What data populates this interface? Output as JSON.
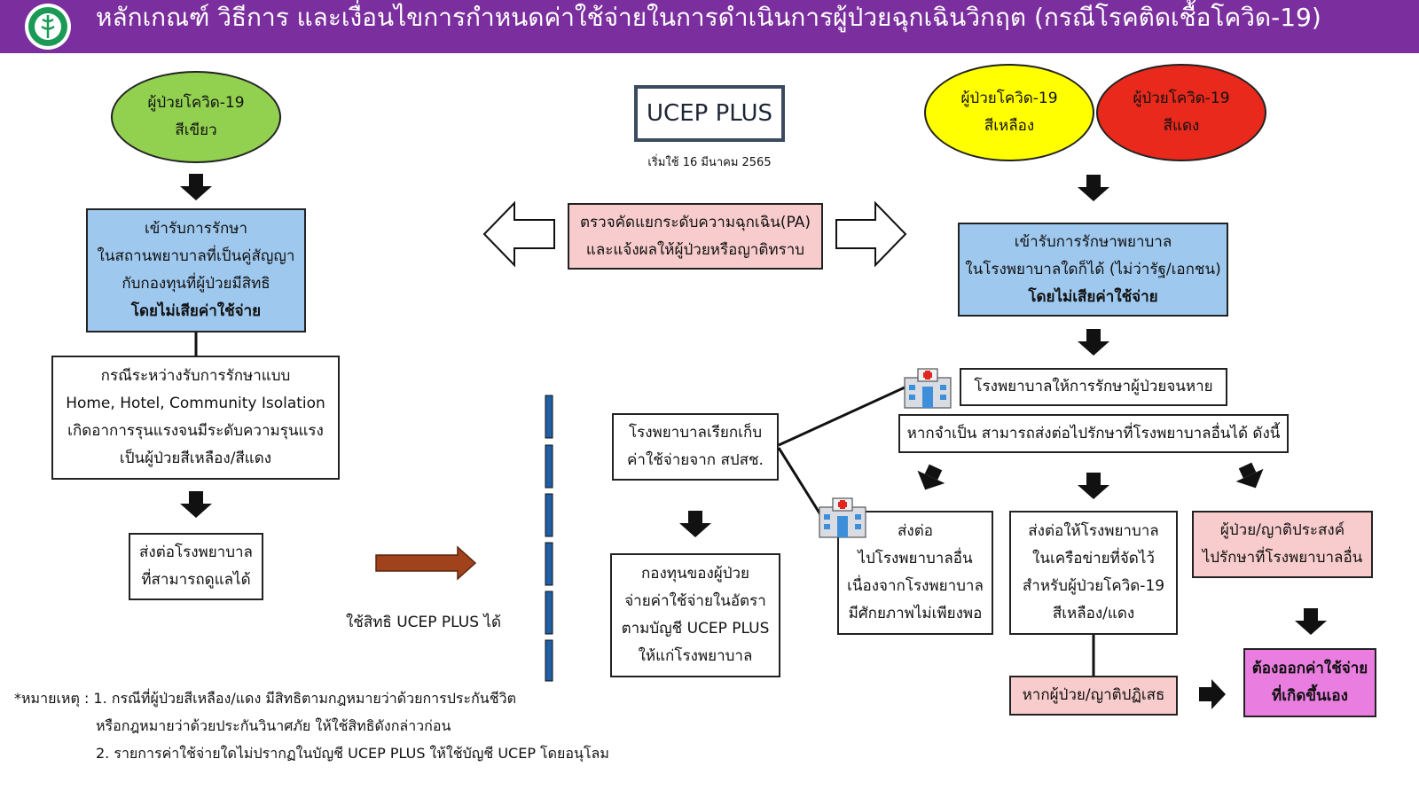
{
  "header": {
    "title": "หลักเกณฑ์ วิธีการ และเงื่อนไขการกำหนดค่าใช้จ่ายในการดำเนินการผู้ป่วยฉุกเฉินวิกฤต (กรณีโรคติดเชื้อโควิด-19)",
    "logo_icon": "ministry-of-public-health-logo",
    "background_color": "#7b2f9e"
  },
  "center": {
    "ucep_title": "UCEP PLUS",
    "start_date": "เริ่มใช้ 16 มีนาคม 2565",
    "triage": [
      "ตรวจคัดแยกระดับความฉุกเฉิน(PA)",
      "และแจ้งผลให้ผู้ป่วยหรือญาติทราบ"
    ],
    "hospital_bill": [
      "โรงพยาบาลเรียกเก็บ",
      "ค่าใช้จ่ายจาก สปสช."
    ],
    "fund_pays": [
      "กองทุนของผู้ป่วย",
      "จ่ายค่าใช้จ่ายในอัตรา",
      "ตามบัญชี UCEP PLUS",
      "ให้แก่โรงพยาบาล"
    ],
    "use_right_label": "ใช้สิทธิ UCEP PLUS ได้"
  },
  "left": {
    "green_patient": [
      "ผู้ป่วยโควิด-19",
      "สีเขียว"
    ],
    "treat_contract": [
      "เข้ารับการรักษา",
      "ในสถานพยาบาลที่เป็นคู่สัญญา",
      "กับกองทุนที่ผู้ป่วยมีสิทธิ"
    ],
    "treat_contract_bold": "โดยไม่เสียค่าใช้จ่าย",
    "isolation_case": [
      "กรณีระหว่างรับการรักษาแบบ",
      "Home, Hotel, Community Isolation",
      "เกิดอาการรุนแรงจนมีระดับความรุนแรง",
      "เป็นผู้ป่วยสีเหลือง/สีแดง"
    ],
    "refer_hospital": [
      "ส่งต่อโรงพยาบาล",
      "ที่สามารถดูแลได้"
    ]
  },
  "right": {
    "yellow_patient": [
      "ผู้ป่วยโควิด-19",
      "สีเหลือง"
    ],
    "red_patient": [
      "ผู้ป่วยโควิด-19",
      "สีแดง"
    ],
    "treat_any": [
      "เข้ารับการรักษาพยาบาล",
      "ในโรงพยาบาลใดก็ได้ (ไม่ว่ารัฐ/เอกชน)"
    ],
    "treat_any_bold": "โดยไม่เสียค่าใช้จ่าย",
    "treat_until_cured": "โรงพยาบาลให้การรักษาผู้ป่วยจนหาย",
    "refer_if_needed": "หากจำเป็น สามารถส่งต่อไปรักษาที่โรงพยาบาลอื่นได้ ดังนี้",
    "refer_other": [
      "ส่งต่อ",
      "ไปโรงพยาบาลอื่น",
      "เนื่องจากโรงพยาบาล",
      "มีศักยภาพไม่เพียงพอ"
    ],
    "refer_network": [
      "ส่งต่อให้โรงพยาบาล",
      "ในเครือข่ายที่จัดไว้",
      "สำหรับผู้ป่วยโควิด-19",
      "สีเหลือง/แดง"
    ],
    "patient_wish": [
      "ผู้ป่วย/ญาติประสงค์",
      "ไปรักษาที่โรงพยาบาลอื่น"
    ],
    "refuse": "หากผู้ป่วย/ญาติปฏิเสธ",
    "self_pay": [
      "ต้องออกค่าใช้จ่าย",
      "ที่เกิดขึ้นเอง"
    ]
  },
  "footnote": {
    "line1": "*หมายเหตุ : 1. กรณีที่ผู้ป่วยสีเหลือง/แดง มีสิทธิตามกฎหมายว่าด้วยการประกันชีวิต",
    "line2": "หรือกฎหมายว่าด้วยประกันวินาศภัย ให้ใช้สิทธิดังกล่าวก่อน",
    "line3": "2. รายการค่าใช้จ่ายใดไม่ปรากฏในบัญชี UCEP PLUS ให้ใช้บัญชี UCEP โดยอนุโลม"
  },
  "colors": {
    "green": "#92d050",
    "yellow": "#ffff00",
    "red": "#e8291c",
    "blue_box": "#9ec8ee",
    "pink_box": "#f8cccc",
    "magenta_box": "#ea7ee0",
    "brown_arrow": "#a0421b",
    "dash_bar": "#1f5fa6"
  },
  "icons": [
    "hospital-icon",
    "down-arrow-icon",
    "hollow-left-arrow-icon",
    "hollow-right-arrow-icon",
    "brown-right-arrow-icon"
  ]
}
